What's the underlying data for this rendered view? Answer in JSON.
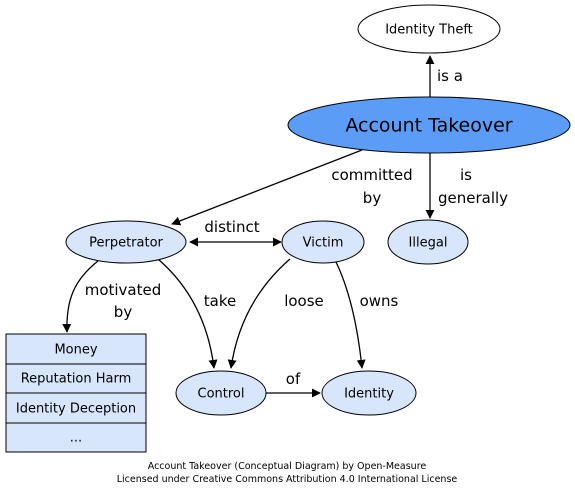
{
  "colors": {
    "main_fill": "#5b9cf7",
    "node_fill": "#d7e6fb",
    "plain_fill": "#ffffff",
    "stroke": "#000000"
  },
  "nodes": {
    "identity_theft": "Identity Theft",
    "account_takeover": "Account Takeover",
    "illegal": "Illegal",
    "perpetrator": "Perpetrator",
    "victim": "Victim",
    "control": "Control",
    "identity": "Identity"
  },
  "edges": {
    "is_a": "is a",
    "committed_line1": "committed",
    "committed_line2": "by",
    "generally_line1": "is",
    "generally_line2": "generally",
    "distinct": "distinct",
    "motivated_line1": "motivated",
    "motivated_line2": "by",
    "take": "take",
    "loose": "loose",
    "owns": "owns",
    "of": "of"
  },
  "motivations": [
    "Money",
    "Reputation Harm",
    "Identity Deception",
    "..."
  ],
  "credit": {
    "line1": "Account Takeover (Conceptual Diagram) by Open-Measure",
    "line2": "Licensed under Creative Commons Attribution 4.0 International License"
  }
}
